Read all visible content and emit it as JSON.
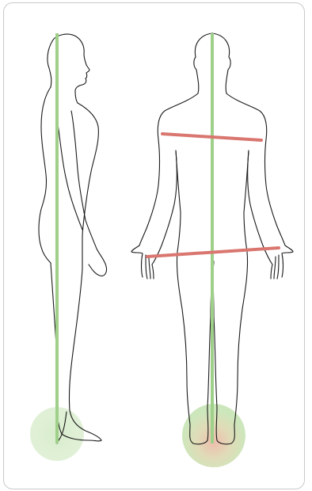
{
  "diagram": {
    "views": [
      "side",
      "back"
    ],
    "colors": {
      "plumb_line": "#9fd08a",
      "tilt_line": "#d9766f",
      "outline": "#1a1a1a",
      "ground_ok": "#cfe8c3",
      "ground_warn": "#e8b3a6"
    },
    "side_view": {
      "plumb_line": "vertical-aligned"
    },
    "back_view": {
      "plumb_line": "vertical-aligned",
      "shoulder_line": "tilted",
      "hip_line": "tilted"
    }
  }
}
